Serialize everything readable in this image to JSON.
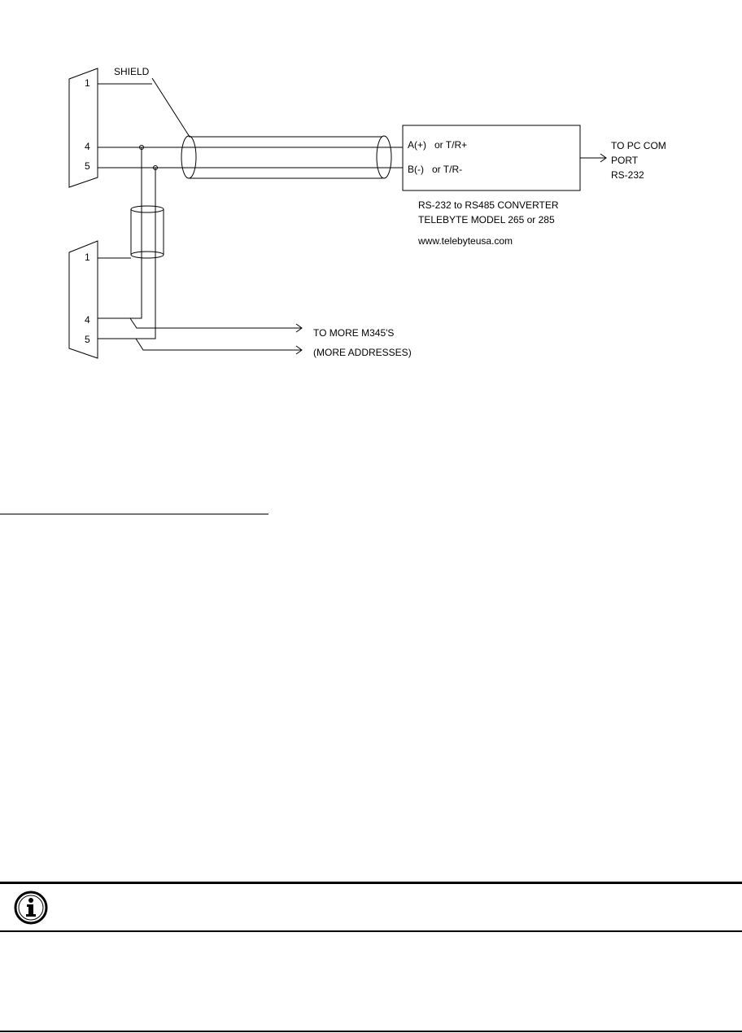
{
  "diagram": {
    "top_connector": {
      "pins": [
        "1",
        "4",
        "5"
      ]
    },
    "bottom_connector": {
      "pins": [
        "1",
        "4",
        "5"
      ]
    },
    "shield_label": "SHIELD",
    "converter": {
      "line_a": "A(+)   or T/R+",
      "line_b": "B(-)   or T/R-",
      "caption_line1": "RS-232 to RS485 CONVERTER",
      "caption_line2": "TELEBYTE MODEL  265 or 285",
      "website": "www.telebyteusa.com"
    },
    "pc_label": [
      "TO PC COM",
      "PORT",
      "RS-232"
    ],
    "more_label": [
      "TO MORE M345'S",
      "(MORE ADDRESSES)"
    ]
  },
  "note": {
    "icon": "info-icon"
  }
}
